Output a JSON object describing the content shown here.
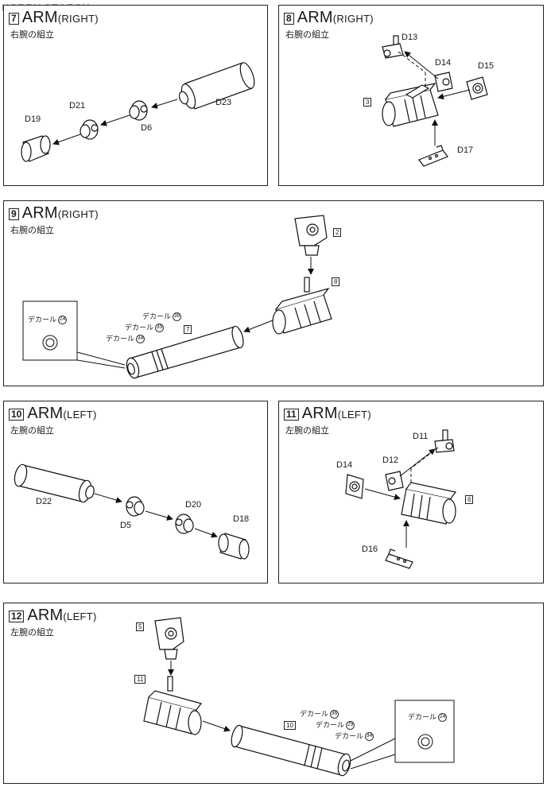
{
  "watermark": "HOBBY SEARCH",
  "steps": [
    {
      "num": "7",
      "title": "ARM",
      "side": "(RIGHT)",
      "sub": "右腕の組立",
      "labels": {
        "d19": "D19",
        "d21": "D21",
        "d6": "D6",
        "d23": "D23"
      }
    },
    {
      "num": "8",
      "title": "ARM",
      "side": "(RIGHT)",
      "sub": "右腕の組立",
      "labels": {
        "d13": "D13",
        "d14": "D14",
        "d15": "D15",
        "d17": "D17"
      },
      "refs": {
        "r3": "3"
      }
    },
    {
      "num": "9",
      "title": "ARM",
      "side": "(RIGHT)",
      "sub": "右腕の組立",
      "refs": {
        "r2": "2",
        "r8": "8",
        "r7": "7"
      },
      "decals": {
        "d36": "デカール",
        "d36n": "36",
        "d35": "デカール",
        "d35n": "35",
        "d34": "デカール",
        "d34n": "34",
        "d24": "デカール",
        "d24n": "24"
      }
    },
    {
      "num": "10",
      "title": "ARM",
      "side": "(LEFT)",
      "sub": "左腕の組立",
      "labels": {
        "d22": "D22",
        "d5": "D5",
        "d20": "D20",
        "d18": "D18"
      }
    },
    {
      "num": "11",
      "title": "ARM",
      "side": "(LEFT)",
      "sub": "左腕の組立",
      "labels": {
        "d11": "D11",
        "d12": "D12",
        "d14": "D14",
        "d16": "D16"
      },
      "refs": {
        "r6": "6"
      }
    },
    {
      "num": "12",
      "title": "ARM",
      "side": "(LEFT)",
      "sub": "左腕の組立",
      "refs": {
        "r5": "5",
        "r11": "11",
        "r10": "10"
      },
      "decals": {
        "d36": "デカール",
        "d36n": "36",
        "d29": "デカール",
        "d29n": "29",
        "d34": "デカール",
        "d34n": "34",
        "d24": "デカール",
        "d24n": "24"
      }
    }
  ]
}
